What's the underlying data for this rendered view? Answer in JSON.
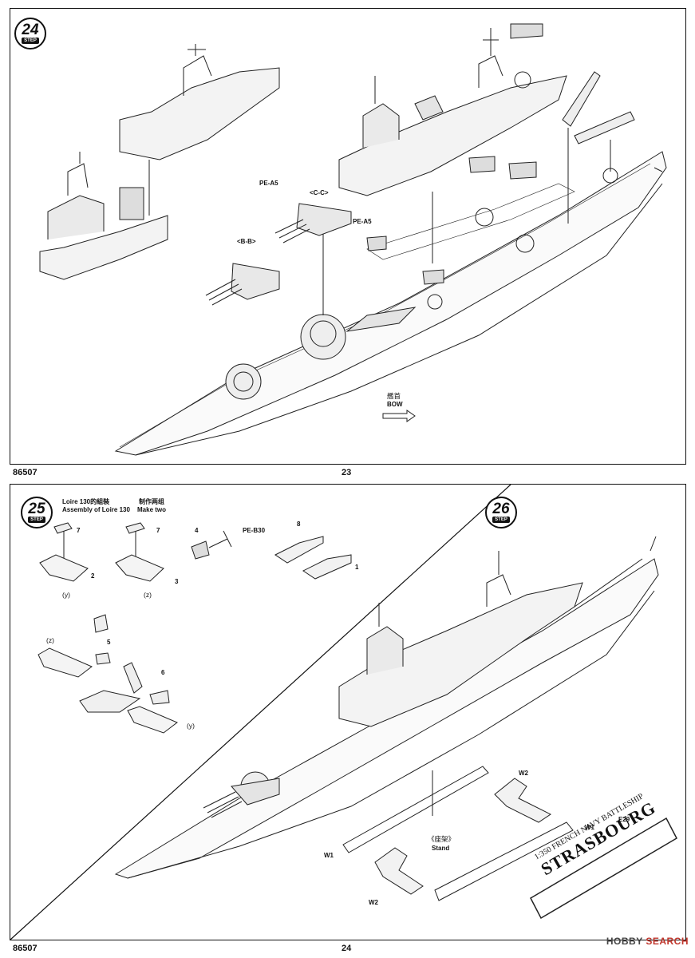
{
  "page_top": {
    "step": "24",
    "step_word": "STEP",
    "code": "86507",
    "page_number": "23",
    "labels": {
      "pe_a5_left": "PE-A5",
      "pe_a5_right": "PE-A5",
      "section_cc": "<C-C>",
      "section_bb": "<B-B>",
      "bow_cn": "艦首",
      "bow_en": "BOW"
    }
  },
  "page_bottom": {
    "step25": "25",
    "step26": "26",
    "step_word": "STEP",
    "code": "86507",
    "page_number": "24",
    "loire_title_cn": "Loire 130的組裝",
    "loire_title_en": "Assembly of Loire 130",
    "make_two_cn": "制作两组",
    "make_two_en": "Make two",
    "parts": {
      "p7a": "7",
      "p2": "2",
      "p7b": "7",
      "p3": "3",
      "p4": "4",
      "pe_b30": "PE-B30",
      "p8": "8",
      "p1": "1",
      "p5": "5",
      "p6": "6"
    },
    "tags": {
      "y1": "(y)",
      "z1": "(z)",
      "z2": "(z)",
      "y2": "(y)"
    },
    "stand": {
      "cn": "《座架》",
      "en": "Stand",
      "w1_right": "W1",
      "w1_left": "W1",
      "w2_top": "W2",
      "w2_bottom": "W2",
      "e29": "E29"
    },
    "nameplate": {
      "line1": "1:350 FRENCH NAVY BATTLESHIP",
      "line2": "STRASBOURG"
    },
    "watermark": {
      "brand": "HOBBY",
      "suffix": "SEARCH"
    }
  }
}
